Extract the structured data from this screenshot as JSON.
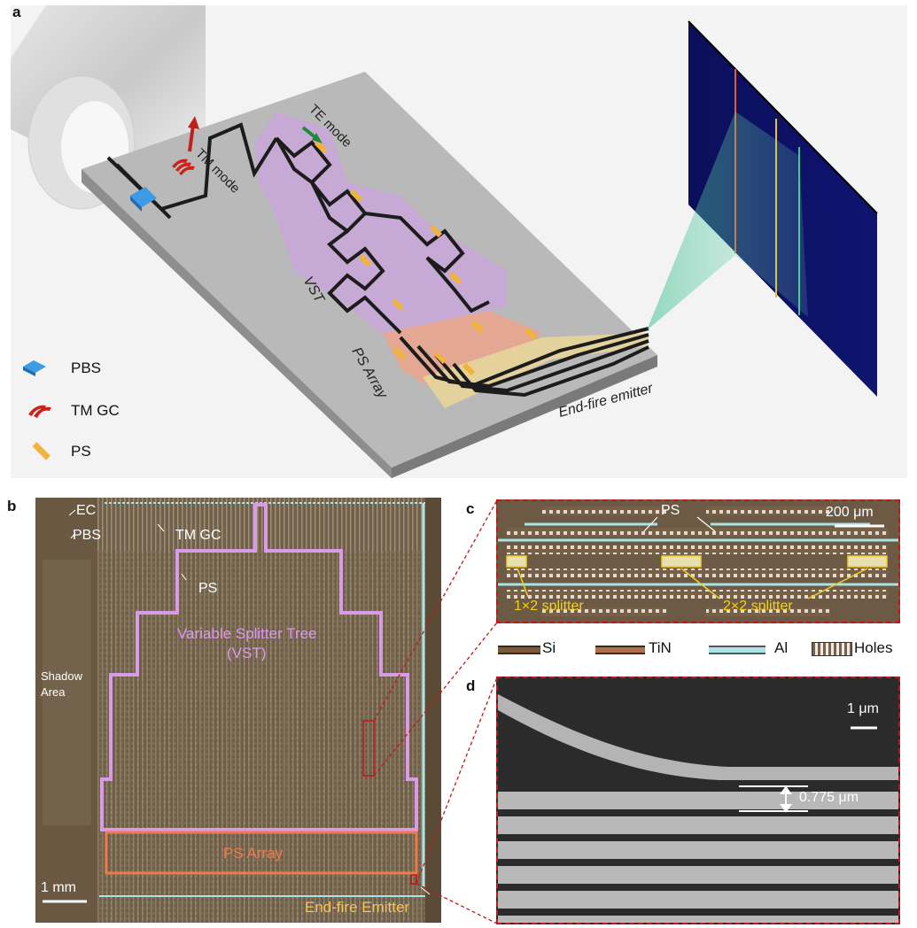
{
  "panel_labels": {
    "a": "a",
    "b": "b",
    "c": "c",
    "d": "d"
  },
  "panel_a": {
    "tm_mode": "TM mode",
    "te_mode": "TE mode",
    "vst": "VST",
    "ps_array": "PS Array",
    "end_fire_emitter": "End-fire emitter",
    "legend": [
      {
        "icon": "pbs-block-icon",
        "label": "PBS",
        "color": "#3d9be6"
      },
      {
        "icon": "tm-grating-coupler-icon",
        "label": "TM GC",
        "color": "#d0201a"
      },
      {
        "icon": "phase-shifter-icon",
        "label": "PS",
        "color": "#f0b43c"
      }
    ],
    "colors": {
      "vst_region": "#c9a7d8",
      "ps_region": "#e8a58e",
      "emitter_region": "#e5d39a",
      "chip": "#b9b9b9"
    }
  },
  "panel_b": {
    "ec": "EC",
    "tm_gc": "TM GC",
    "pbs": "PBS",
    "ps": "PS",
    "vst_line1": "Variable Splitter Tree",
    "vst_line2": "(VST)",
    "shadow_line1": "Shadow",
    "shadow_line2": "Area",
    "ps_array": "PS Array",
    "scale": "1 mm",
    "end_fire": "End-fire Emitter",
    "colors": {
      "vst_outline": "#d99be8",
      "ps_outline": "#f07a4a",
      "end_fire_text": "#f3c55a"
    }
  },
  "panel_c": {
    "ps": "PS",
    "scale": "200 μm",
    "splitter_1x2": "1×2 splitter",
    "splitter_2x2": "2×2 splitter",
    "legend": [
      {
        "icon": "si-material-icon",
        "label": "Si"
      },
      {
        "icon": "tin-material-icon",
        "label": "TiN"
      },
      {
        "icon": "al-material-icon",
        "label": "Al"
      },
      {
        "icon": "holes-material-icon",
        "label": "Holes"
      }
    ]
  },
  "panel_d": {
    "scale": "1 μm",
    "pitch": "0.775 μm"
  }
}
